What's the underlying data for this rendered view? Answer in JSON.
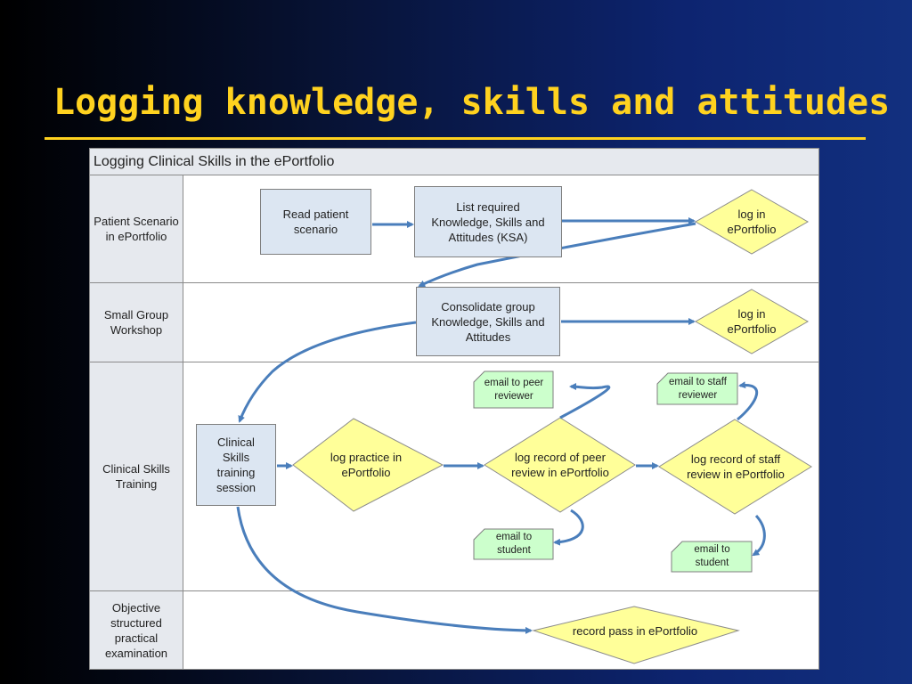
{
  "slide": {
    "title": "Logging knowledge, skills and attitudes"
  },
  "diagram": {
    "header": "Logging Clinical Skills in the ePortfolio",
    "lanes": [
      "Patient Scenario in ePortfolio",
      "Small Group Workshop",
      "Clinical Skills Training",
      "Objective structured practical examination"
    ],
    "nodes": {
      "read_patient_scenario": "Read  patient\nscenario",
      "list_required_ksa": "List required\nKnowledge, Skills and\nAttitudes  (KSA)",
      "log_in_eportfolio_1": "log in\nePortfolio",
      "consolidate_group_ksa": "Consolidate group\nKnowledge, Skills and\nAttitudes",
      "log_in_eportfolio_2": "log in\nePortfolio",
      "clinical_skills_session": "Clinical\nSkills\ntraining\nsession",
      "log_practice": "log practice in\nePortfolio",
      "log_peer_review": "log record of peer\nreview in ePortfolio",
      "log_staff_review": "log record of staff\nreview in ePortfolio",
      "email_peer_reviewer": "email to peer\nreviewer",
      "email_student_1": "email to\nstudent",
      "email_staff_reviewer": "email to staff\nreviewer",
      "email_student_2": "email to\nstudent",
      "record_pass": "record pass in ePortfolio"
    },
    "colors": {
      "title": "#ffd21f",
      "box_fill": "#dce6f2",
      "decision_fill": "#ffff99",
      "email_fill": "#ccffcc",
      "arrow": "#4a7ebb"
    }
  }
}
